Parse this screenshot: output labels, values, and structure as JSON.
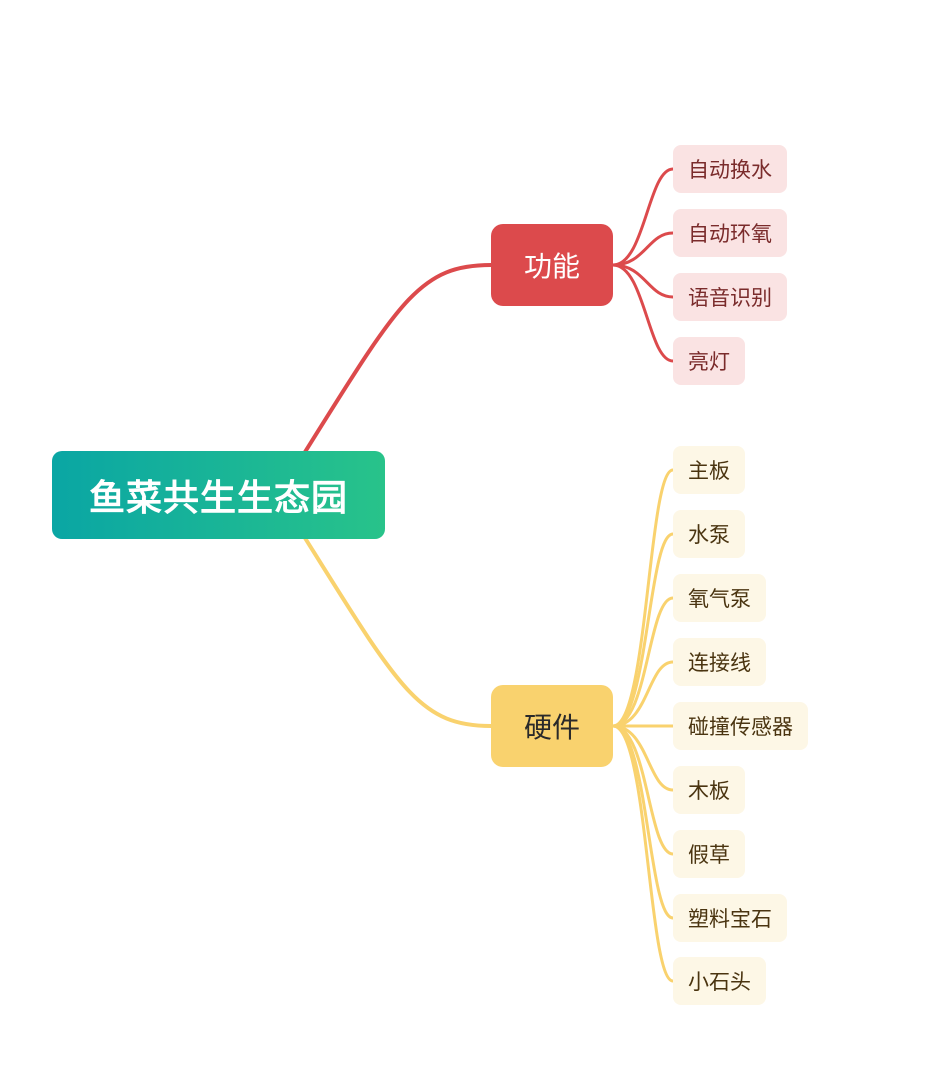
{
  "root": {
    "label": "鱼菜共生生态园"
  },
  "colors": {
    "root_gradient_start": "#0aa6a4",
    "root_gradient_end": "#28c38a",
    "functions_branch": "#dc4a4c",
    "functions_leaf_bg": "#fae3e3",
    "hardware_branch": "#f9d26e",
    "hardware_leaf_bg": "#fdf7e6"
  },
  "branches": [
    {
      "label": "功能",
      "children": [
        "自动换水",
        "自动环氧",
        "语音识别",
        "亮灯"
      ]
    },
    {
      "label": "硬件",
      "children": [
        "主板",
        "水泵",
        "氧气泵",
        "连接线",
        "碰撞传感器",
        "木板",
        "假草",
        "塑料宝石",
        "小石头"
      ]
    }
  ]
}
